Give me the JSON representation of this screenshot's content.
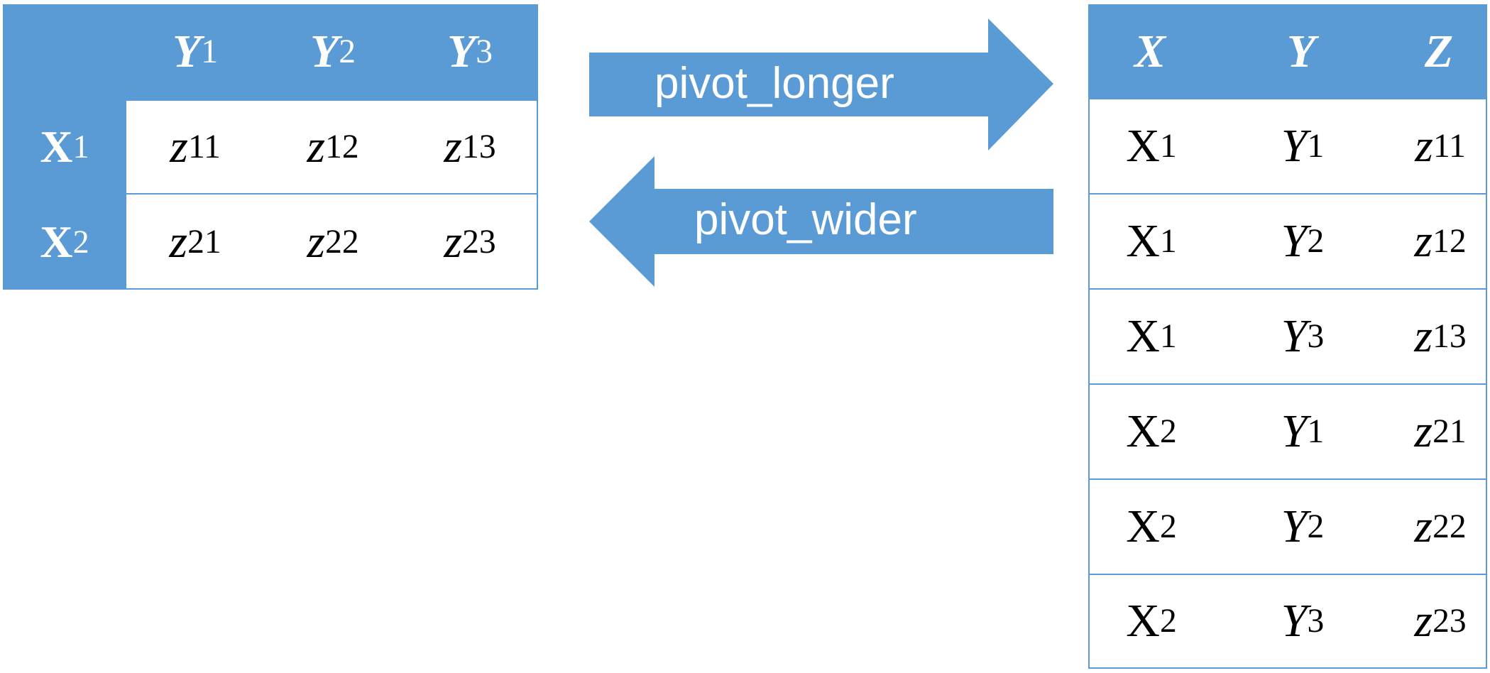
{
  "wide_table": {
    "col_headers": [
      {
        "base": "Y",
        "sub": "1"
      },
      {
        "base": "Y",
        "sub": "2"
      },
      {
        "base": "Y",
        "sub": "3"
      }
    ],
    "rows": [
      {
        "header": {
          "base": "X",
          "sub": "1"
        },
        "cells": [
          {
            "base": "z",
            "sub": "11"
          },
          {
            "base": "z",
            "sub": "12"
          },
          {
            "base": "z",
            "sub": "13"
          }
        ]
      },
      {
        "header": {
          "base": "X",
          "sub": "2"
        },
        "cells": [
          {
            "base": "z",
            "sub": "21"
          },
          {
            "base": "z",
            "sub": "22"
          },
          {
            "base": "z",
            "sub": "23"
          }
        ]
      }
    ]
  },
  "arrows": {
    "longer_label": "pivot_longer",
    "wider_label": "pivot_wider",
    "color": "#5b9bd5"
  },
  "long_table": {
    "col_headers": [
      "X",
      "Y",
      "Z"
    ],
    "rows": [
      {
        "x": {
          "base": "X",
          "sub": "1"
        },
        "y": {
          "base": "Y",
          "sub": "1"
        },
        "z": {
          "base": "z",
          "sub": "11"
        }
      },
      {
        "x": {
          "base": "X",
          "sub": "1"
        },
        "y": {
          "base": "Y",
          "sub": "2"
        },
        "z": {
          "base": "z",
          "sub": "12"
        }
      },
      {
        "x": {
          "base": "X",
          "sub": "1"
        },
        "y": {
          "base": "Y",
          "sub": "3"
        },
        "z": {
          "base": "z",
          "sub": "13"
        }
      },
      {
        "x": {
          "base": "X",
          "sub": "2"
        },
        "y": {
          "base": "Y",
          "sub": "1"
        },
        "z": {
          "base": "z",
          "sub": "21"
        }
      },
      {
        "x": {
          "base": "X",
          "sub": "2"
        },
        "y": {
          "base": "Y",
          "sub": "2"
        },
        "z": {
          "base": "z",
          "sub": "22"
        }
      },
      {
        "x": {
          "base": "X",
          "sub": "2"
        },
        "y": {
          "base": "Y",
          "sub": "3"
        },
        "z": {
          "base": "z",
          "sub": "23"
        }
      }
    ]
  }
}
